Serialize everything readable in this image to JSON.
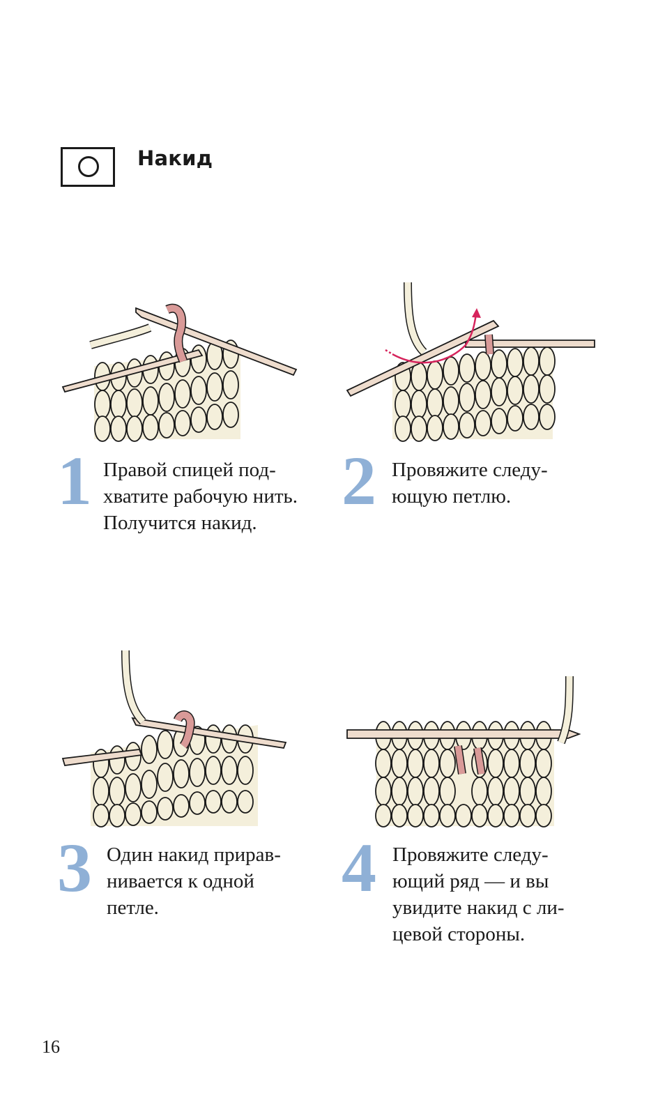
{
  "section": {
    "symbol": "yarn-over-circle-icon",
    "title": "Накид"
  },
  "colors": {
    "yarn": "#f4efdb",
    "needle": "#eedccd",
    "accent_loop": "#d99a98",
    "arrow": "#d6245c",
    "step_number": "#8fb0d6",
    "outline": "#1a1a1a"
  },
  "steps": [
    {
      "number": "1",
      "lines": [
        "Правой спицей под-",
        "хватите рабочую нить.",
        "Получится накид."
      ]
    },
    {
      "number": "2",
      "lines": [
        "Провяжите следу-",
        "ющую петлю."
      ]
    },
    {
      "number": "3",
      "lines": [
        "Один накид приrав-",
        "нивается к одной",
        "петле."
      ]
    },
    {
      "number": "4",
      "lines": [
        "Провяжите следу-",
        "ющий ряд — и вы",
        "увидите накид с ли-",
        "цевой стороны."
      ]
    }
  ],
  "page_number": "16"
}
